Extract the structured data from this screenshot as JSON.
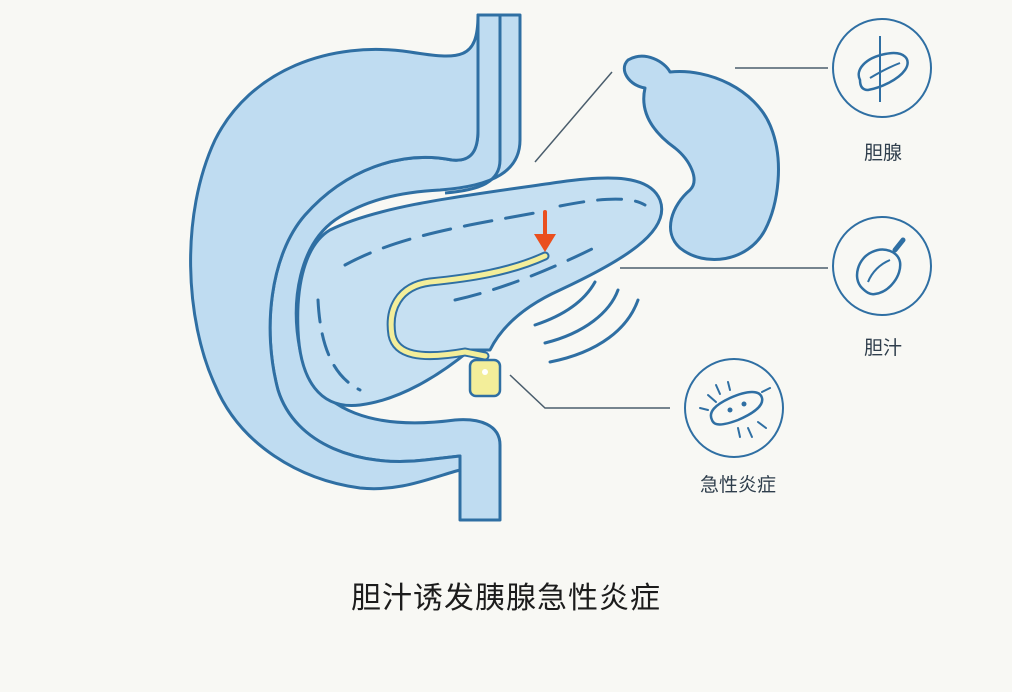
{
  "title": "胆汁诱发胰腺急性炎症",
  "labels": {
    "gland": "胆腺",
    "bile": "胆汁",
    "inflammation": "急性炎症"
  },
  "icons": {
    "gland": "gland-icon",
    "bile": "bile-drop-icon",
    "inflammation": "bacteria-icon"
  },
  "colors": {
    "organ_fill": "#bfdcf1",
    "organ_stroke": "#2f6fa3",
    "bile_duct": "#f3ee9a",
    "bile_duct_stroke": "#c9c25a",
    "arrow": "#ea4f1e",
    "background": "#f8f8f4"
  }
}
